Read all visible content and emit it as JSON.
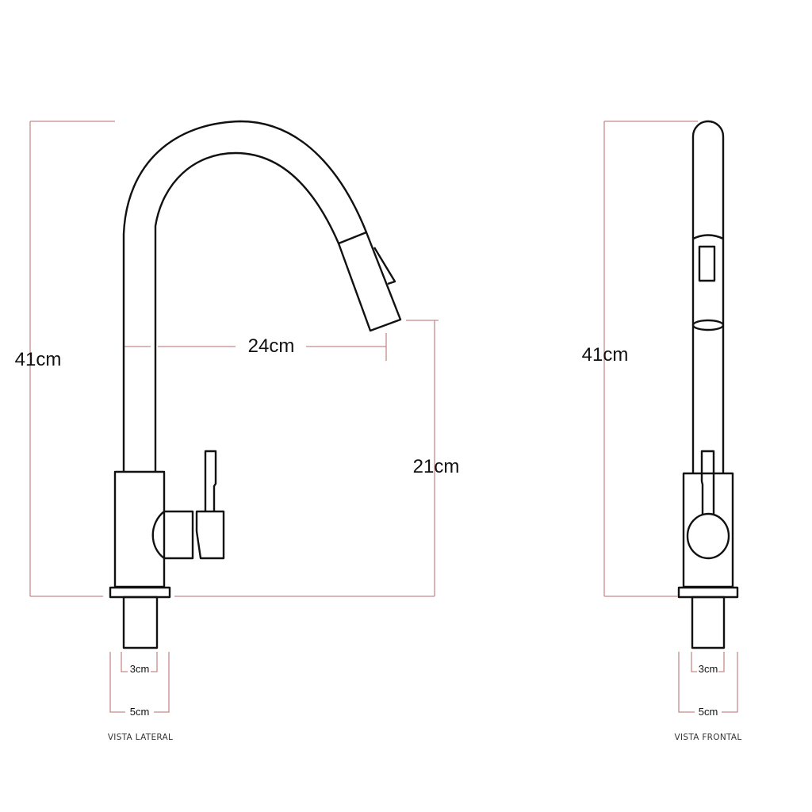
{
  "lateral": {
    "caption": "VISTA LATERAL",
    "height_label": "41cm",
    "reach_label": "24cm",
    "spout_height_label": "21cm",
    "pipe_label": "3cm",
    "base_label": "5cm"
  },
  "frontal": {
    "caption": "VISTA FRONTAL",
    "height_label": "41cm",
    "pipe_label": "3cm",
    "base_label": "5cm"
  },
  "colors": {
    "outline": "#111111",
    "dimension": "#c58a8a"
  }
}
